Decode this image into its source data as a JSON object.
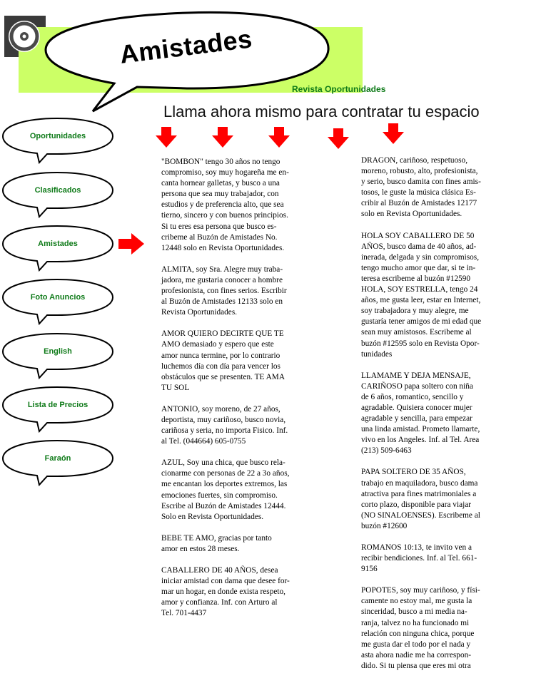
{
  "colors": {
    "accent_green": "#0e7a18",
    "band_green": "#ccff66",
    "arrow_red": "#ff0000"
  },
  "header": {
    "logo": "target-logo-icon",
    "title": "Amistades",
    "subtitle": "Revista Oportunidades",
    "headline": "Llama ahora mismo para contratar tu espacio"
  },
  "nav": {
    "items": [
      {
        "label": "Oportunidades"
      },
      {
        "label": "Clasificados"
      },
      {
        "label": "Amistades"
      },
      {
        "label": "Foto Anuncios"
      },
      {
        "label": "English"
      },
      {
        "label": "Lista de Precios"
      },
      {
        "label": "Faraón"
      }
    ],
    "current": "Amistades"
  },
  "ads": {
    "left": [
      {
        "text": "\"BOMBON\" tengo 30 años no tengo\ncompromiso, soy muy hogareña me en-\ncanta hornear galletas, y busco a una\npersona que sea muy trabajador, con\nestudios y de preferencia alto, que sea\ntierno, sincero y con buenos principios.\nSi tu eres esa persona que busco es-\ncribeme al Buzón de Amistades No.\n12448  solo en Revista Oportunidades."
      },
      {
        "text": "ALMITA, soy Sra. Alegre muy traba-\njadora, me gustaria conocer a hombre\nprofesionista, con fines serios. Escribir\nal Buzón de Amistades 12133 solo en\nRevista Oportunidades."
      },
      {
        "text": " AMOR QUIERO DECIRTE QUE TE\nAMO demasiado y espero que este\namor nunca termine, por lo contrario\nluchemos día con día para vencer los\nobstáculos que se presenten. TE AMA\nTU SOL"
      },
      {
        "text": " ANTONIO, soy moreno, de 27 años,\ndeportista, muy cariñoso, busco novia,\ncariñosa y seria, no importa Fisico. Inf.\nal Tel. (044664) 605-0755"
      },
      {
        "text": "AZUL, Soy una chica, que busco rela-\ncionarme con personas de 22 a 3o años,\nme encantan los deportes extremos, las\nemociones fuertes, sin compromiso.\nEscribe al Buzón de Amistades 12444.\nSolo en Revista Oportunidades."
      },
      {
        "text": " BEBE TE AMO, gracias por tanto\namor en estos 28 meses."
      },
      {
        "text": "CABALLERO DE 40 AÑOS, desea\niniciar amistad con dama que desee for-\nmar un hogar, en donde exista respeto,\namor y confianza. Inf. con Arturo al\nTel. 701-4437"
      }
    ],
    "right": [
      {
        "text": "DRAGON, cariñoso, respetuoso,\nmoreno, robusto, alto, profesionista,\ny serio, busco damita con fines amis-\ntosos, le guste la música clásica Es-\ncribir al Buzón de Amistades 12177\nsolo en Revista Oportunidades."
      },
      {
        "text": "HOLA SOY CABALLERO DE 50\nAÑOS, busco dama de 40 años, ad-\ninerada, delgada y sin compromisos,\ntengo mucho amor que dar, si te in-\nteresa escribeme al buzón #12590\n HOLA, SOY ESTRELLA, tengo 24\naños, me gusta leer, estar en Internet,\nsoy trabajadora y muy alegre, me\ngustaría tener amigos de mi edad que\nsean muy amistosos. Escribeme al\nbuzón #12595 solo en Revista Opor-\ntunidades"
      },
      {
        "text": "LLAMAME Y DEJA MENSAJE,\nCARIÑOSO papa soltero con niña\nde 6 años, romantico, sencillo y\nagradable. Quisiera conocer mujer\nagradable y sencilla, para empezar\nuna linda amistad. Prometo llamarte,\nvivo en los Angeles. Inf. al Tel. Area\n(213) 509-6463"
      },
      {
        "text": "PAPA SOLTERO DE 35 AÑOS,\ntrabajo en maquiladora, busco dama\natractiva para fines matrimoniales a\ncorto plazo, disponible para viajar\n(NO SINALOENSES).  Escribeme al\nbuzón #12600"
      },
      {
        "text": "ROMANOS 10:13, te invito ven a\nrecibir bendiciones. Inf. al Tel. 661-\n9156"
      },
      {
        "text": "POPOTES, soy muy cariñoso, y físi-\ncamente no estoy mal,  me gusta la\nsinceridad, busco a mi media na-\nranja, talvez no ha funcionado mi\nrelación con ninguna chica, porque\nme gusta dar el todo por el nada y\nasta ahora nadie me ha correspon-\ndido. Si tu piensa que eres mi otra"
      }
    ]
  }
}
